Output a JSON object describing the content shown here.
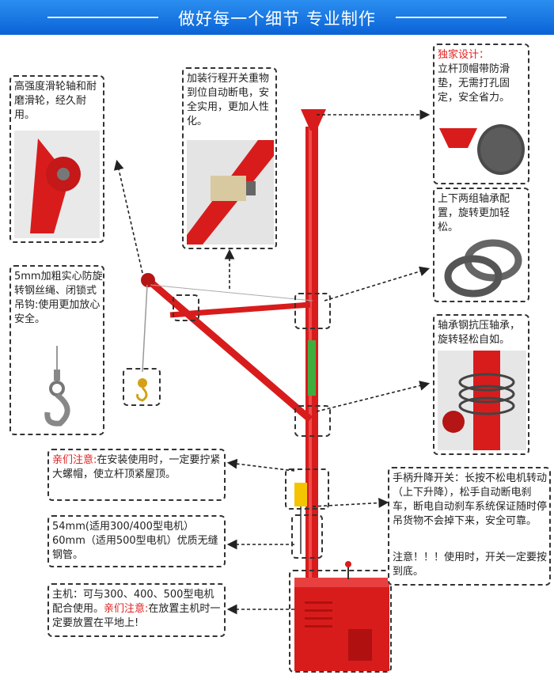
{
  "header": {
    "title": "做好每一个细节 专业制作"
  },
  "callouts": {
    "pulley": "高强度滑轮轴和耐磨滑轮，经久耐用。",
    "limit_switch": "加装行程开关重物到位自动断电，安全实用，更加人性化。",
    "exclusive_title": "独家设计：",
    "exclusive_text": "立杆顶帽带防滑垫，无需打孔固定，安全省力。",
    "bearings": "上下两组轴承配置，旋转更加轻松。",
    "pressure_bearing": "轴承钢抗压轴承，旋转轻松自如。",
    "wire_rope": "5mm加粗实心防旋转钢丝绳、闭锁式吊钩:使用更加放心安全。",
    "notice_label": "亲们注意:",
    "notice_text": "在安装使用时，一定要拧紧大螺帽，使立杆顶紧屋顶。",
    "steel_tube": "54mm(适用300/400型电机）60mm（适用500型电机）优质无缝钢管。",
    "main_unit_text": "主机：可与300、400、500型电机配合使用。",
    "main_unit_notice_label": "亲们注意:",
    "main_unit_notice_text": "在放置主机时一定要放置在平地上!",
    "handle_switch": "手柄升降开关：长按不松电机转动（上下升降），松手自动断电刹车，断电自动刹车系统保证随时停吊货物不会掉下来，安全可靠。",
    "handle_notice": "注意！！！使用时，开关一定要按到底。"
  },
  "colors": {
    "accent_red": "#e02020",
    "banner_blue": "#1577e6",
    "crane_red": "#d81c1c"
  },
  "icons": [
    "pulley-icon",
    "limit-switch-icon",
    "cap-icon",
    "bearing-icon",
    "hook-icon",
    "arrow-icon"
  ]
}
